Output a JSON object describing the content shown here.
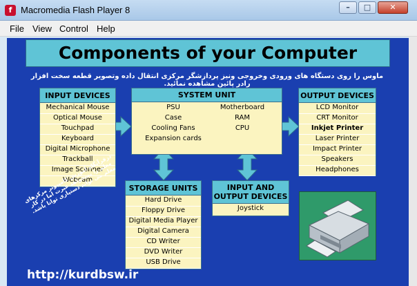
{
  "window": {
    "title": "Macromedia Flash Player 8",
    "icon": "flash-player-icon",
    "controls": {
      "minimize": "–",
      "maximize": "□",
      "close": "✕"
    }
  },
  "menu": [
    "File",
    "View",
    "Control",
    "Help"
  ],
  "page": {
    "title": "Components of your Computer",
    "subtitle": "ماوس را روی دستگاه های ورودی وخروجی ونیز پردازشگر مرکزی انتقال داده وتصویر قطعه سخت افزار رادر پائین مشاهده نمائید.",
    "url": "http://kurdbsw.ir",
    "diagonal_text": "درقرآنگاه آموزش کامپیوتر مرکزهای معلم را نمیخواهد عبرت اما در کار معلم می تواند دستیاری توانا باشد."
  },
  "input_devices": {
    "title": "INPUT DEVICES",
    "items": [
      "Mechanical Mouse",
      "Optical Mouse",
      "Touchpad",
      "Keyboard",
      "Digital Microphone",
      "Trackball",
      "Image Scanner",
      "Webcam"
    ]
  },
  "system_unit": {
    "title": "SYSTEM UNIT",
    "left": [
      "PSU",
      "Case",
      "Cooling Fans",
      "Expansion cards"
    ],
    "right": [
      "Motherboard",
      "RAM",
      "CPU"
    ]
  },
  "output_devices": {
    "title": "OUTPUT DEVICES",
    "items": [
      "LCD Monitor",
      "CRT Monitor",
      "Inkjet Printer",
      "Laser Printer",
      "Impact Printer",
      "Speakers",
      "Headphones"
    ],
    "highlighted": "Inkjet Printer"
  },
  "storage_units": {
    "title": "STORAGE UNITS",
    "items": [
      "Hard Drive",
      "Floppy Drive",
      "Digital Media Player",
      "Digital Camera",
      "CD Writer",
      "DVD Writer",
      "USB Drive"
    ]
  },
  "io_devices": {
    "title_line1": "INPUT AND",
    "title_line2": "OUTPUT DEVICES",
    "items": [
      "Joystick"
    ]
  },
  "colors": {
    "background": "#1a3fb0",
    "header": "#5fc4d6",
    "box": "#fbf4c0",
    "printer_panel": "#2f9a6a"
  }
}
